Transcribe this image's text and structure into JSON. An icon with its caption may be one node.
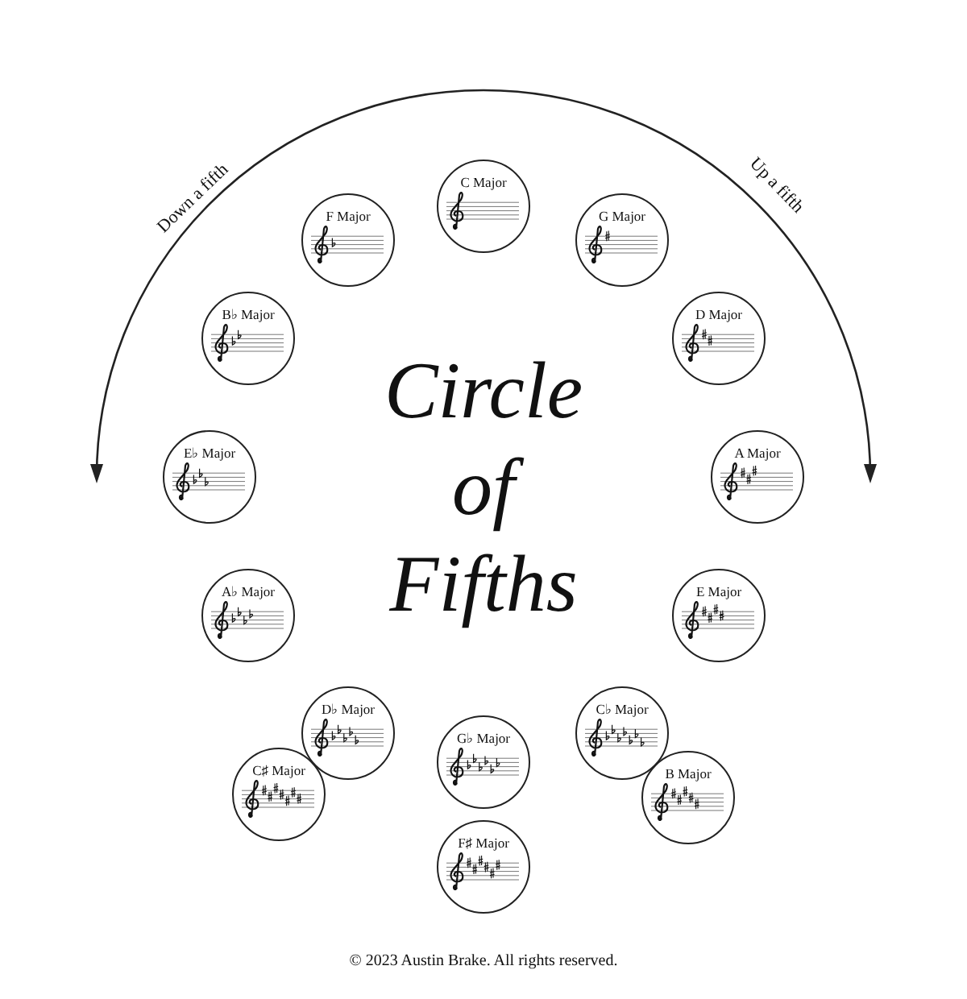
{
  "diagram": {
    "title": "Circle of Fifths",
    "caption": "© 2023 Austin Brake. All rights reserved.",
    "nodes": [
      {
        "text": [
          "C Major"
        ]
      },
      {
        "text": [
          "G Major"
        ]
      },
      {
        "text": [
          "D Major"
        ]
      },
      {
        "text": [
          "A Major"
        ]
      },
      {
        "text": [
          "E Major"
        ]
      },
      {
        "text": [
          "B Major"
        ]
      },
      {
        "text": [
          "C♭ Major"
        ]
      },
      {
        "text": [
          "F♯ Major"
        ]
      },
      {
        "text": [
          "G♭ Major"
        ]
      },
      {
        "text": [
          "C♯ Major"
        ]
      },
      {
        "text": [
          "D♭ Major"
        ]
      },
      {
        "text": [
          "A♭ Major"
        ]
      },
      {
        "text": [
          "E♭ Major"
        ]
      },
      {
        "text": [
          "B♭ Major"
        ]
      },
      {
        "text": [
          "F Major"
        ]
      }
    ],
    "labels": [
      "Down a fifth",
      "Up a fifth"
    ]
  }
}
